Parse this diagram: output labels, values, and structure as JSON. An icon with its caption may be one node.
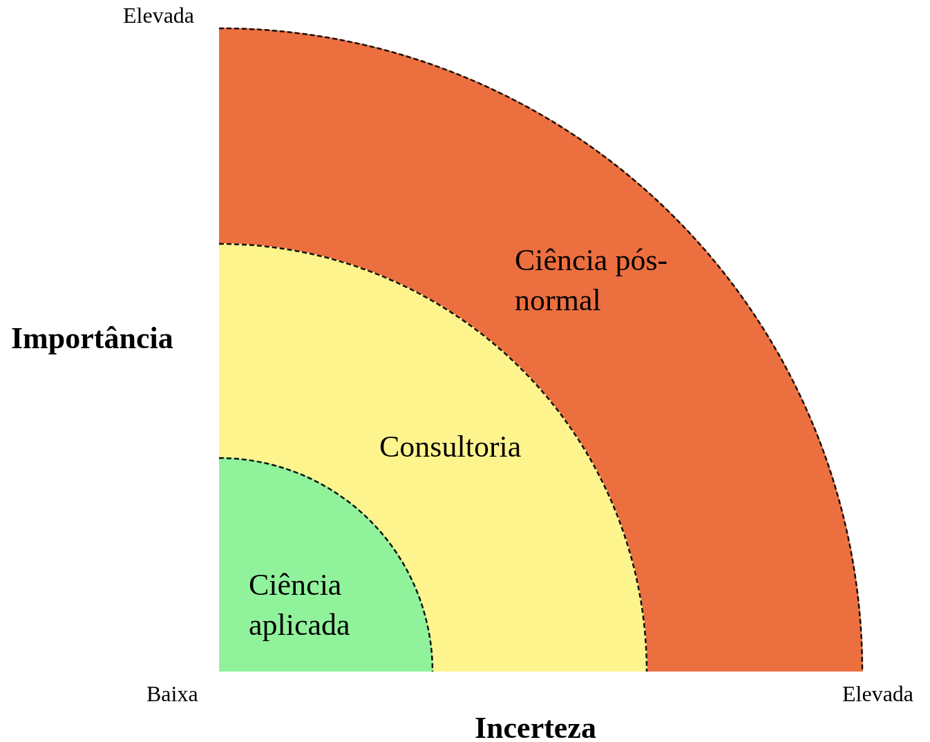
{
  "diagram": {
    "nodes": [
      {
        "text": [
          "Ciência pós-normal"
        ]
      },
      {
        "text": [
          "Consultoria"
        ],
        "in": 0
      },
      {
        "text": [
          "Ciência aplicada"
        ],
        "in": 1
      }
    ],
    "labels": [
      "Elevada",
      "Importância",
      "Baixa",
      "Elevada",
      "Incerteza"
    ]
  }
}
